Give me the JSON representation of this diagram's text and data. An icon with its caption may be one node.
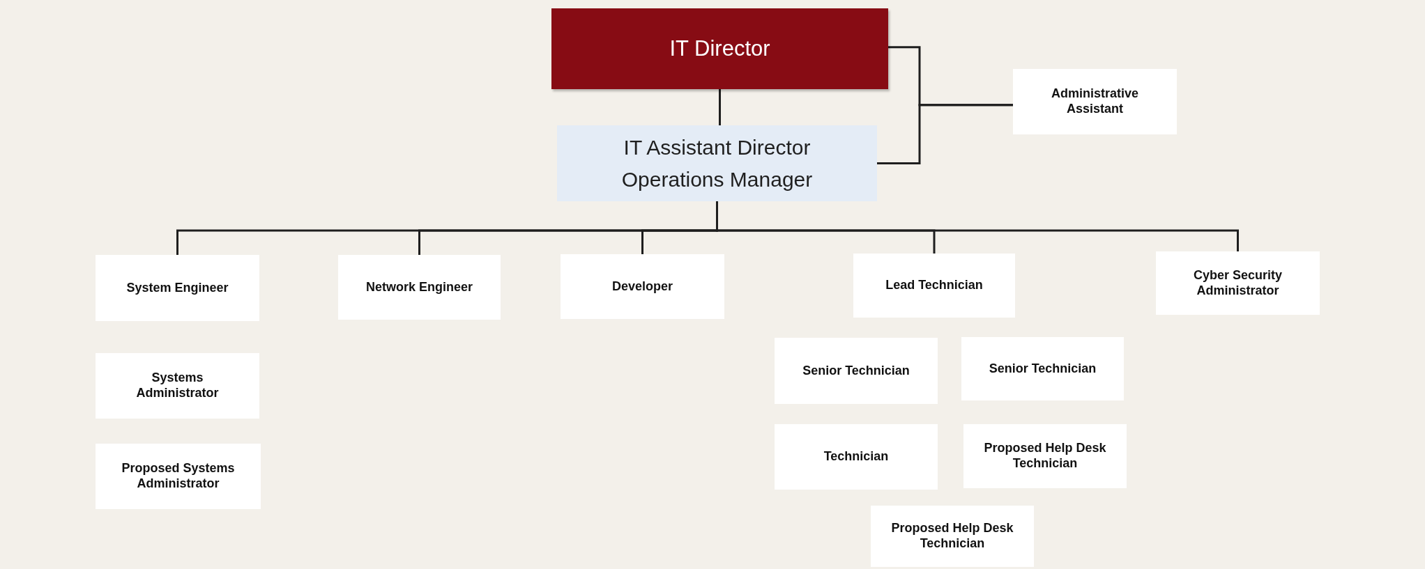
{
  "diagram": {
    "nodes": [
      {
        "text": [
          "IT Director"
        ]
      },
      {
        "text": [
          "IT Assistant Director",
          "Operations Manager"
        ]
      },
      {
        "text": [
          "Administrative Assistant"
        ]
      },
      {
        "text": [
          "System Engineer"
        ]
      },
      {
        "text": [
          "Network Engineer"
        ]
      },
      {
        "text": [
          "Developer"
        ]
      },
      {
        "text": [
          "Lead Technician"
        ]
      },
      {
        "text": [
          "Cyber Security Administrator"
        ]
      },
      {
        "text": [
          "Systems Administrator"
        ]
      },
      {
        "text": [
          "Proposed Systems Administrator"
        ]
      },
      {
        "text": [
          "Senior Technician"
        ]
      },
      {
        "text": [
          "Senior Technician"
        ]
      },
      {
        "text": [
          "Technician"
        ]
      },
      {
        "text": [
          "Proposed Help Desk Technician"
        ]
      },
      {
        "text": [
          "Proposed Help Desk Technician"
        ]
      }
    ],
    "edges": [
      {
        "from": 0,
        "to": 1,
        "arrow": "none"
      },
      {
        "from": 0,
        "to": 2,
        "arrow": "none"
      },
      {
        "from": 1,
        "to": 2,
        "arrow": "none"
      },
      {
        "from": 1,
        "to": 3,
        "arrow": "none"
      },
      {
        "from": 1,
        "to": 4,
        "arrow": "none"
      },
      {
        "from": 1,
        "to": 5,
        "arrow": "none"
      },
      {
        "from": 1,
        "to": 6,
        "arrow": "none"
      },
      {
        "from": 1,
        "to": 7,
        "arrow": "none"
      }
    ]
  }
}
